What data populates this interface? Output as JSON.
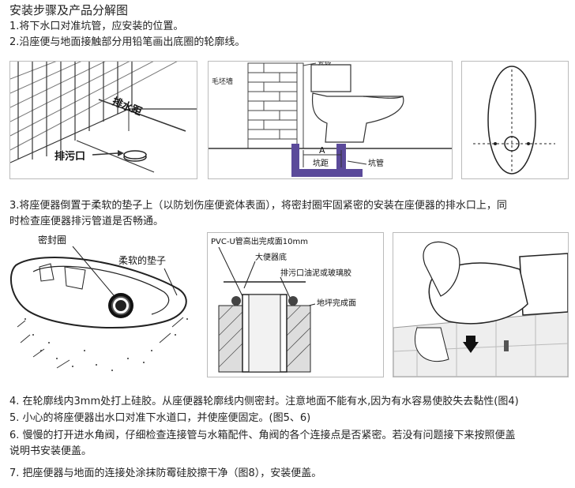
{
  "title": "安装步骤及产品分解图",
  "steps": {
    "s1": "1.将下水口对准坑管，应安装的位置。",
    "s2": "2.沿座便与地面接触部分用铅笔画出底圈的轮廓线。",
    "s3a": "3.将座便器倒置于柔软的垫子上（以防划伤座便瓷体表面），将密封圈牢固紧密的安装在座便器的排水口上，同",
    "s3b": "时检查座便器排污管道是否畅通。",
    "s4": "4. 在轮廓线内3mm处打上硅胶。从座便器轮廓线内侧密封。注意地面不能有水,因为有水容易使胶失去黏性(图4)",
    "s5": "5. 小心的将座便器出水口对准下水道口，并使座便固定。(图5、6)",
    "s6a": "6. 慢慢的打开进水角阀，仔细检查连接管与水箱配件、角阀的各个连接点是否紧密。若没有问题接下来按照便盖",
    "s6b": "说明书安装便盖。",
    "s7": "7. 把座便器与地面的连接处涂抹防霉硅胶擦干净（图8），安装便盖。"
  },
  "fig1": {
    "drain_distance": "排水距",
    "outlet": "排污口"
  },
  "fig2": {
    "tile": "瓷砖",
    "rough_wall": "毛坯墙",
    "dim_a": "A",
    "pit_distance": "坑距",
    "pit_pipe": "坑管"
  },
  "fig4": {
    "seal_ring": "密封圈",
    "soft_pad": "柔软的垫子"
  },
  "fig5": {
    "pvc_note": "PVC-U管高出完成面10mm",
    "toilet_base": "大便器底",
    "outlet_glue": "排污口油泥或玻璃胶",
    "floor_finish": "地坪完成面"
  }
}
